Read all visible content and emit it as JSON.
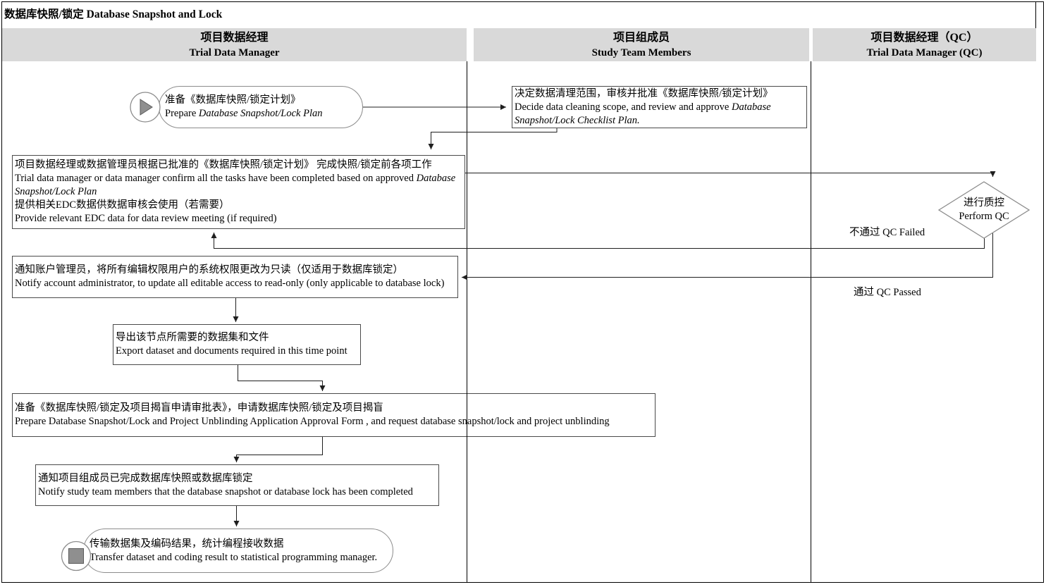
{
  "title": "数据库快照/锁定 Database Snapshot and Lock",
  "lanes": [
    {
      "zh": "项目数据经理",
      "en": "Trial Data Manager"
    },
    {
      "zh": "项目组成员",
      "en": "Study Team Members"
    },
    {
      "zh": "项目数据经理（QC）",
      "en": "Trial Data Manager (QC)"
    }
  ],
  "nodes": {
    "start": {
      "lines": [
        [
          {
            "t": "准备《数据库快照/锁定计划》"
          }
        ],
        [
          {
            "t": "Prepare "
          },
          {
            "t": "Database Snapshot/Lock Plan",
            "i": true
          }
        ]
      ]
    },
    "decide": {
      "lines": [
        [
          {
            "t": "决定数据清理范围，审核并批准《数据库快照/锁定计划》"
          }
        ],
        [
          {
            "t": "Decide data cleaning scope, and review and approve "
          },
          {
            "t": "Database",
            "i": true
          }
        ],
        [
          {
            "t": "Snapshot/Lock Checklist Plan.",
            "i": true
          }
        ]
      ]
    },
    "pretasks": {
      "lines": [
        [
          {
            "t": "项目数据经理或数据管理员根据已批准的《数据库快照/锁定计划》 完成快照/锁定前各项工作"
          }
        ],
        [
          {
            "t": "Trial data manager or data manager confirm all the tasks have been completed based on approved "
          },
          {
            "t": "Database",
            "i": true
          }
        ],
        [
          {
            "t": "Snapshot/Lock Plan",
            "i": true
          }
        ],
        [
          {
            "t": "提供相关EDC数据供数据审核会使用（若需要）"
          }
        ],
        [
          {
            "t": "Provide relevant EDC data for data review meeting (if required)"
          }
        ]
      ]
    },
    "qc": {
      "lines": [
        [
          {
            "t": "进行质控"
          }
        ],
        [
          {
            "t": "Perform QC"
          }
        ]
      ]
    },
    "notify_admin": {
      "lines": [
        [
          {
            "t": "通知账户管理员，将所有编辑权限用户的系统权限更改为只读（仅适用于数据库锁定）"
          }
        ],
        [
          {
            "t": "Notify account administrator, to update all editable access to read-only (only applicable to database lock)"
          }
        ]
      ]
    },
    "export": {
      "lines": [
        [
          {
            "t": "导出该节点所需要的数据集和文件"
          }
        ],
        [
          {
            "t": "Export dataset and documents required in this time point"
          }
        ]
      ]
    },
    "approval_form": {
      "lines": [
        [
          {
            "t": "准备《数据库快照/锁定及项目揭盲申请审批表》，申请数据库快照/锁定及项目揭盲"
          }
        ],
        [
          {
            "t": "Prepare Database Snapshot/Lock and Project Unblinding Application Approval Form , and request database snapshot/lock and project unblinding"
          }
        ]
      ]
    },
    "notify_team": {
      "lines": [
        [
          {
            "t": "通知项目组成员已完成数据库快照或数据库锁定"
          }
        ],
        [
          {
            "t": "Notify study team members that the database snapshot or database lock has been completed"
          }
        ]
      ]
    },
    "end": {
      "lines": [
        [
          {
            "t": "传输数据集及编码结果，统计编程接收数据"
          }
        ],
        [
          {
            "t": "Transfer dataset and coding result to statistical programming manager."
          }
        ]
      ]
    }
  },
  "labels": {
    "qc_failed": "不通过 QC Failed",
    "qc_passed": "通过 QC Passed"
  },
  "icons": {
    "start": "play-icon",
    "end": "stop-icon"
  },
  "colors": {
    "header_bg": "#d9d9d9",
    "box_border": "#4a4a4a",
    "shape_border": "#8c8c8c",
    "icon_fill": "#8f8f8f",
    "icon_border": "#5a5a5a",
    "line": "#1f1f1f",
    "frame": "#000000"
  }
}
